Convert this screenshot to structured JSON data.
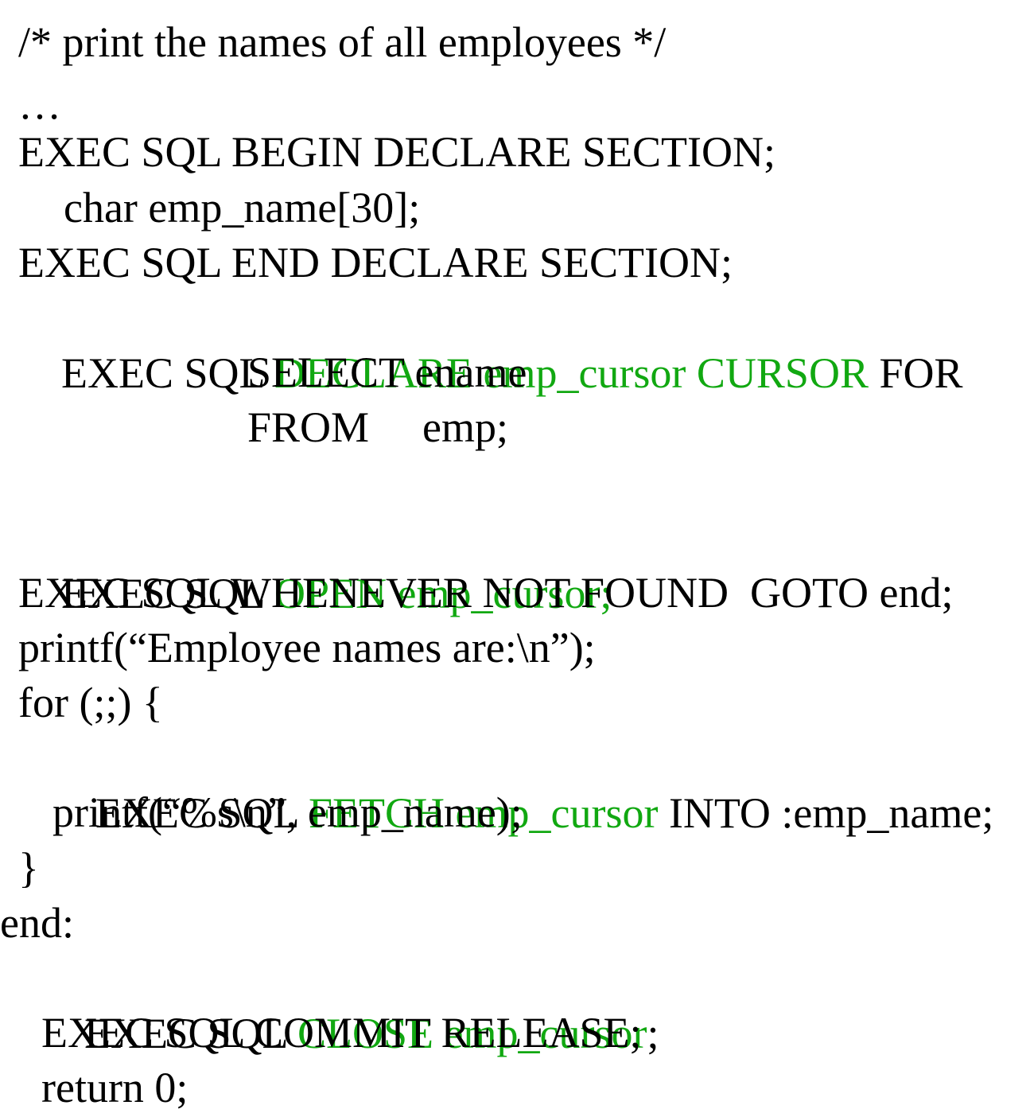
{
  "colors": {
    "text": "#000000",
    "keyword_highlight": "#11a811",
    "background": "#ffffff"
  },
  "code": {
    "comment": "/* print the names of all employees */",
    "ellipsis": "…",
    "begin_declare": "EXEC SQL BEGIN DECLARE SECTION;",
    "host_var": "char emp_name[30];",
    "end_declare": "EXEC SQL END DECLARE SECTION;",
    "declare_cursor": {
      "prefix": "EXEC SQL ",
      "highlight": "DECLARE emp_cursor CURSOR",
      "suffix": " FOR"
    },
    "select_clause": "SELECT ename",
    "from_clause": {
      "keyword": "FROM",
      "table": "emp;"
    },
    "open_cursor": {
      "prefix": "EXEC SQL ",
      "highlight": "OPEN emp_cursor;"
    },
    "whenever": "EXEC SQL WHENEVER NOT FOUND  GOTO end;",
    "printf_header": "printf(“Employee names are:\\n”);",
    "for_loop": "for (;;) {",
    "fetch": {
      "prefix": "EXEC SQL ",
      "highlight": "FETCH emp_cursor",
      "suffix": " INTO :emp_name;"
    },
    "printf_name": "printf(“%s\\n”, emp_name);",
    "close_brace": "}",
    "end_label": "end:",
    "close_cursor": {
      "prefix": "EXEC SQL ",
      "highlight": "CLOSE emp_cursor",
      "suffix": ";"
    },
    "commit": "EXEC SQL COMMIT RELEASE;",
    "return_stmt": "return 0;"
  }
}
